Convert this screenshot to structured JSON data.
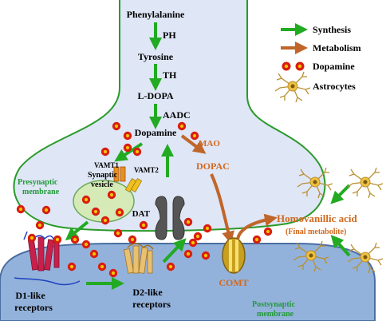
{
  "pathway": {
    "phenylalanine": "Phenylalanine",
    "ph": "PH",
    "tyrosine": "Tyrosine",
    "th": "TH",
    "ldopa": "L-DOPA",
    "aadc": "AADC",
    "dopamine": "Dopamine",
    "mao": "MAO",
    "dopac": "DOPAC",
    "comt": "COMT",
    "homovanillic": "Homovanillic acid",
    "final_metabolite": "(Final metabolite)"
  },
  "labels": {
    "vamt1": "VAMT1",
    "vamt2": "VAMT2",
    "synaptic_vesicle_1": "Synaptic",
    "synaptic_vesicle_2": "vesicle",
    "presynaptic_1": "Presynaptic",
    "presynaptic_2": "membrane",
    "dat": "DAT",
    "d1_1": "D1-like",
    "d1_2": "receptors",
    "d2_1": "D2-like",
    "d2_2": "receptors",
    "postsynaptic_1": "Postsynaptic",
    "postsynaptic_2": "membrane"
  },
  "legend": {
    "synthesis": "Synthesis",
    "metabolism": "Metabolism",
    "dopamine": "Dopamine",
    "astrocytes": "Astrocytes"
  },
  "colors": {
    "synthesis_arrow": "#22aa22",
    "metabolism_arrow": "#c0662a",
    "dopamine_fill": "#d81e10",
    "dopamine_core": "#f5c400",
    "presynaptic_fill": "#dfe6f6",
    "membrane_stroke": "#2a9a2a",
    "postsynaptic_fill": "#93b2db",
    "postsynaptic_stroke": "#4a6ea0",
    "vesicle_fill": "#d6eab8",
    "mao_text": "#d2691e",
    "membrane_label": "#22993a",
    "d1_receptor": "#c8204a",
    "d2_receptor": "#e8c070",
    "dat_fill": "#555555",
    "comt_fill": "#c8a020",
    "astrocyte_fill": "#f0c040"
  }
}
